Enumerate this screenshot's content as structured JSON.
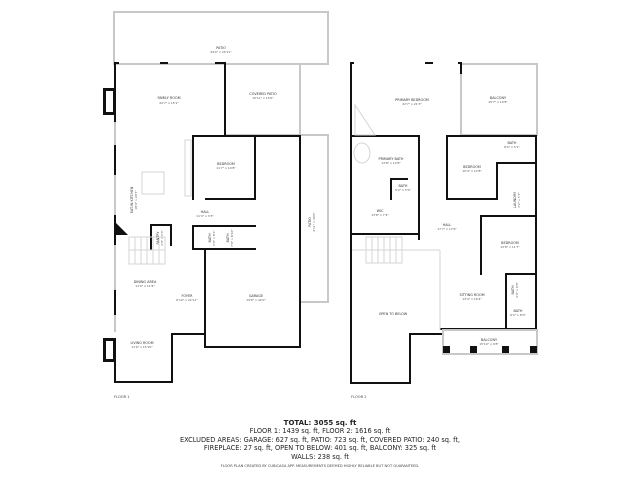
{
  "floor1": {
    "label": "FLOOR 1",
    "rooms": [
      {
        "name": "PATIO",
        "dims": "44'0\" x 25'11\""
      },
      {
        "name": "FAMILY ROOM",
        "dims": "22'7\" x 15'1\""
      },
      {
        "name": "COVERED PATIO",
        "dims": "15'11\" x 15'0\""
      },
      {
        "name": "BEDROOM",
        "dims": "11'7\" x 14'8\""
      },
      {
        "name": "EAT-IN KITCHEN",
        "dims": "18'0\" x 20'7\""
      },
      {
        "name": "HALL",
        "dims": "11'4\" x 3'3\""
      },
      {
        "name": "PANTRY",
        "dims": "3'0\" x 3'3\""
      },
      {
        "name": "BATH",
        "dims": "5'0\" x 8'1\""
      },
      {
        "name": "BATH",
        "dims": "7'0\" x 8'10\""
      },
      {
        "name": "DINING AREA",
        "dims": "11'0\" x 11'6\""
      },
      {
        "name": "FOYER",
        "dims": "6'10\" x 22'11\""
      },
      {
        "name": "GARAGE",
        "dims": "19'8\" x 42'0\""
      },
      {
        "name": "LIVING ROOM",
        "dims": "11'6\" x 15'10\""
      },
      {
        "name": "PATIO",
        "dims": "4'11\" x 36'0\""
      }
    ]
  },
  "floor2": {
    "label": "FLOOR 2",
    "rooms": [
      {
        "name": "PRIMARY BEDROOM",
        "dims": "22'7\" x 21'3\""
      },
      {
        "name": "BALCONY",
        "dims": "15'7\" x 14'8\""
      },
      {
        "name": "PRIMARY BATH",
        "dims": "13'8\" x 12'8\""
      },
      {
        "name": "BATH",
        "dims": "8'0\" x 5'1\""
      },
      {
        "name": "BEDROOM",
        "dims": "10'4\" x 12'8\""
      },
      {
        "name": "LAUNDRY",
        "dims": "7'2\" x 5'7\""
      },
      {
        "name": "BATH",
        "dims": "5'2\" x 5'0\""
      },
      {
        "name": "WIC",
        "dims": "13'8\" x 7'4\""
      },
      {
        "name": "HALL",
        "dims": "17'7\" x 17'6\""
      },
      {
        "name": "BEDROOM",
        "dims": "12'8\" x 11'7\""
      },
      {
        "name": "SITTING ROOM",
        "dims": "13'4\" x 16'4\""
      },
      {
        "name": "BATH",
        "dims": "4'0\" x 9'0\""
      },
      {
        "name": "BATH",
        "dims": "6'2\" x 8'0\""
      },
      {
        "name": "BALCONY",
        "dims": "15'10\" x 4'8\""
      },
      {
        "name": "OPEN TO BELOW",
        "dims": ""
      }
    ]
  },
  "summary": {
    "total": "TOTAL: 3055 sq. ft",
    "line1": "FLOOR 1: 1439 sq. ft, FLOOR 2: 1616 sq. ft",
    "line2": "EXCLUDED AREAS: GARAGE: 627 sq. ft, PATIO: 723 sq. ft, COVERED PATIO: 240 sq. ft,",
    "line3": "FIREPLACE: 27 sq. ft, OPEN TO BELOW: 401 sq. ft, BALCONY: 325 sq. ft",
    "line4": "WALLS: 238 sq. ft"
  },
  "footer": "FLOOR PLAN CREATED BY CUBICASA APP. MEASUREMENTS DEEMED HIGHLY RELIABLE BUT NOT GUARANTEED."
}
